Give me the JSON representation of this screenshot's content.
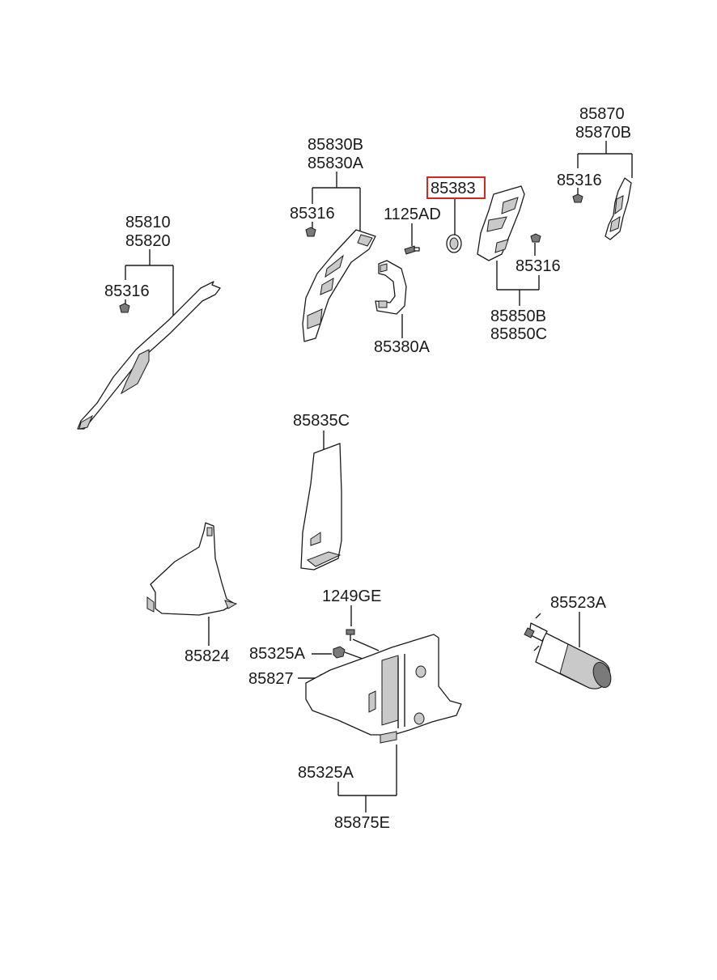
{
  "labels": {
    "p85870": "85870",
    "p85870b": "85870B",
    "p85316_tr": "85316",
    "p85830b": "85830B",
    "p85830a": "85830A",
    "p85383": "85383",
    "p1125ad": "1125AD",
    "p85316_tc": "85316",
    "p85316_r": "85316",
    "p85810": "85810",
    "p85820": "85820",
    "p85316_l": "85316",
    "p85380a": "85380A",
    "p85850b": "85850B",
    "p85850c": "85850C",
    "p85835c": "85835C",
    "p1249ge": "1249GE",
    "p85523a": "85523A",
    "p85824": "85824",
    "p85325a_t": "85325A",
    "p85827": "85827",
    "p85325a_b": "85325A",
    "p85875e": "85875E"
  },
  "highlight": {
    "part": "85383",
    "color": "#d7261e"
  }
}
